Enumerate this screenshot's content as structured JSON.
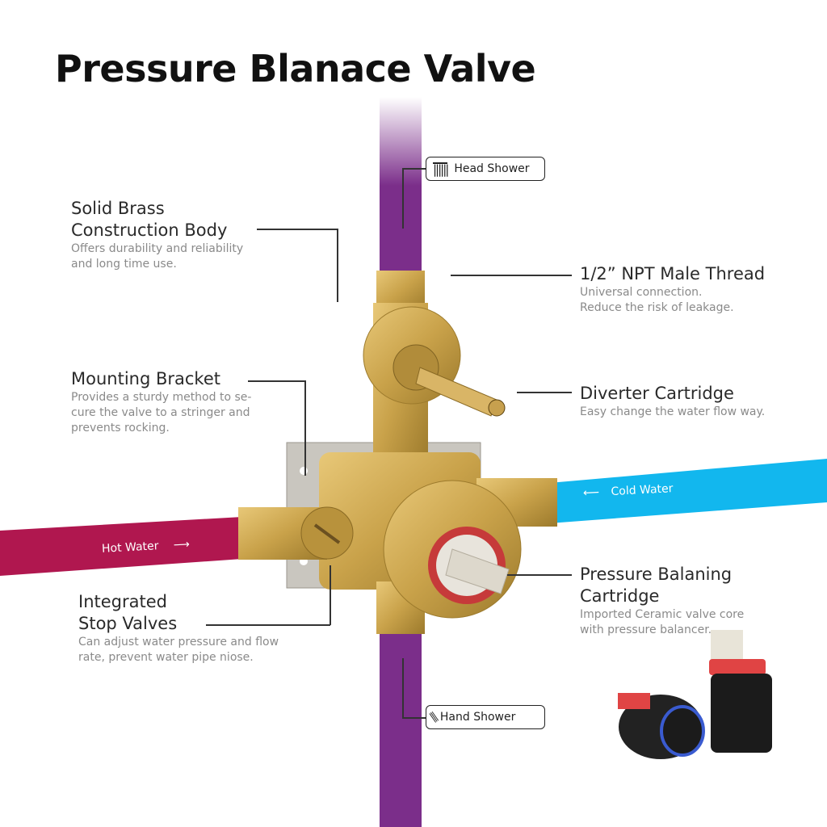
{
  "title": "Pressure Blanace Valve",
  "colors": {
    "hot": "#b0174f",
    "cold": "#12b7ee",
    "pipe": "#7b2e8a",
    "brass": "#c9a24a"
  },
  "features": {
    "body": {
      "heading_1": "Solid Brass",
      "heading_2": "Construction Body",
      "desc_1": "Offers durability and reliability",
      "desc_2": "and long time use."
    },
    "bracket": {
      "heading": "Mounting Bracket",
      "desc_1": "Provides a sturdy method to se-",
      "desc_2": "cure the valve to a stringer and",
      "desc_3": "prevents rocking."
    },
    "stops": {
      "heading_1": "Integrated",
      "heading_2": "Stop Valves",
      "desc_1": "Can adjust water pressure and flow",
      "desc_2": "rate, prevent water pipe niose."
    },
    "thread": {
      "heading": "1/2” NPT Male Thread",
      "desc_1": "Universal connection.",
      "desc_2": "Reduce the risk of leakage."
    },
    "diverter": {
      "heading": "Diverter Cartridge",
      "desc_1": "Easy change the water flow way."
    },
    "cartridge": {
      "heading_1": "Pressure Balaning",
      "heading_2": "Cartridge",
      "desc_1": "Imported Ceramic valve core",
      "desc_2": "with pressure balancer."
    }
  },
  "outlets": {
    "head": "Head Shower",
    "hand": "Hand Shower"
  },
  "inlets": {
    "hot": "Hot Water",
    "cold": "Cold Water"
  }
}
